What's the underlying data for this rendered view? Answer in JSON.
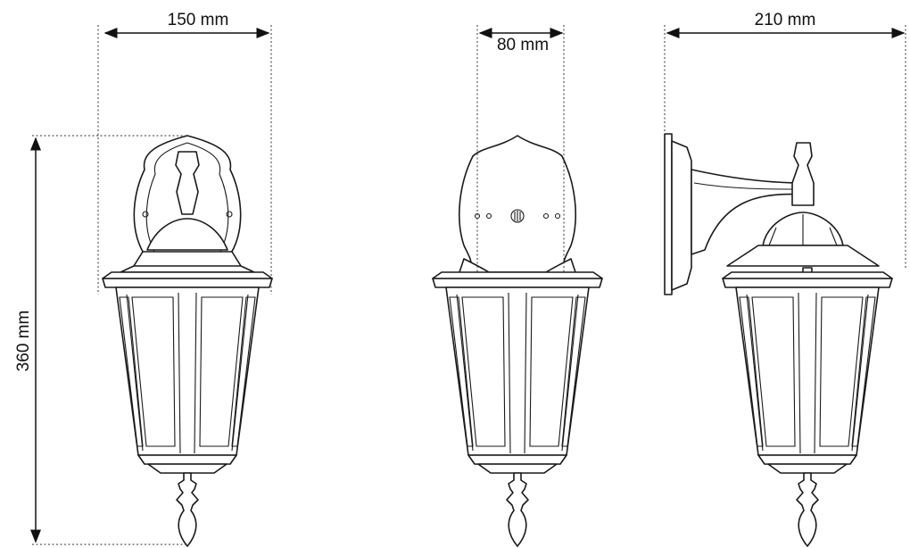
{
  "dimensions": {
    "width_front": "150 mm",
    "width_back_plate": "80 mm",
    "depth_side": "210 mm",
    "height": "360 mm"
  },
  "colors": {
    "line": "#1a1a1a",
    "background": "#ffffff"
  },
  "views": [
    "front-view",
    "back-view",
    "side-view"
  ]
}
